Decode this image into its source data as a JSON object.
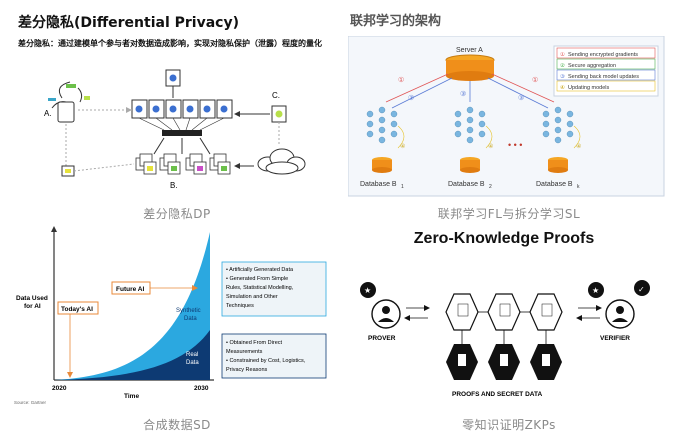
{
  "dp": {
    "title": "差分隐私(Differential Privacy)",
    "subtitle": "差分隐私：通过建模单个参与者对数据造成影响，实现对隐私保护（泄露）程度的量化",
    "label_a": "A.",
    "label_b": "B.",
    "label_c": "C.",
    "caption": "差分隐私DP"
  },
  "fl": {
    "title": "联邦学习的架构",
    "server_label": "Server A",
    "legend": [
      {
        "num": "①",
        "text": "Sending encrypted gradients",
        "color": "#e05555"
      },
      {
        "num": "②",
        "text": "Secure aggregation",
        "color": "#4caf50"
      },
      {
        "num": "③",
        "text": "Sending back model updates",
        "color": "#5b7bd5"
      },
      {
        "num": "④",
        "text": "Updating models",
        "color": "#e6c229"
      }
    ],
    "db_labels": [
      "Database B",
      "Database B",
      "Database B"
    ],
    "db_subs": [
      "1",
      "2",
      "k"
    ],
    "dots": "• • •",
    "caption": "联邦学习FL与拆分学习SL"
  },
  "sd": {
    "y_label_1": "Data Used",
    "y_label_2": "for AI",
    "todays_ai": "Today's AI",
    "future_ai": "Future AI",
    "synthetic": "Synthetic",
    "synthetic2": "Data",
    "real": "Real",
    "real2": "Data",
    "year_start": "2020",
    "year_end": "2030",
    "x_label": "Time",
    "source": "Source: Gartner",
    "box1": [
      "• Artificially Generated Data",
      "• Generated From Simple",
      "  Rules, Statistical Modelling,",
      "  Simulation and Other",
      "  Techniques"
    ],
    "box2": [
      "• Obtained From Direct",
      "  Measurements",
      "• Constrained by Cost, Logistics,",
      "  Privacy Reasons"
    ],
    "caption": "合成数据SD"
  },
  "zkp": {
    "title": "Zero-Knowledge Proofs",
    "prover": "PROVER",
    "verifier": "VERIFIER",
    "proofs_label": "PROOFS AND SECRET DATA",
    "caption": "零知识证明ZKPs"
  }
}
